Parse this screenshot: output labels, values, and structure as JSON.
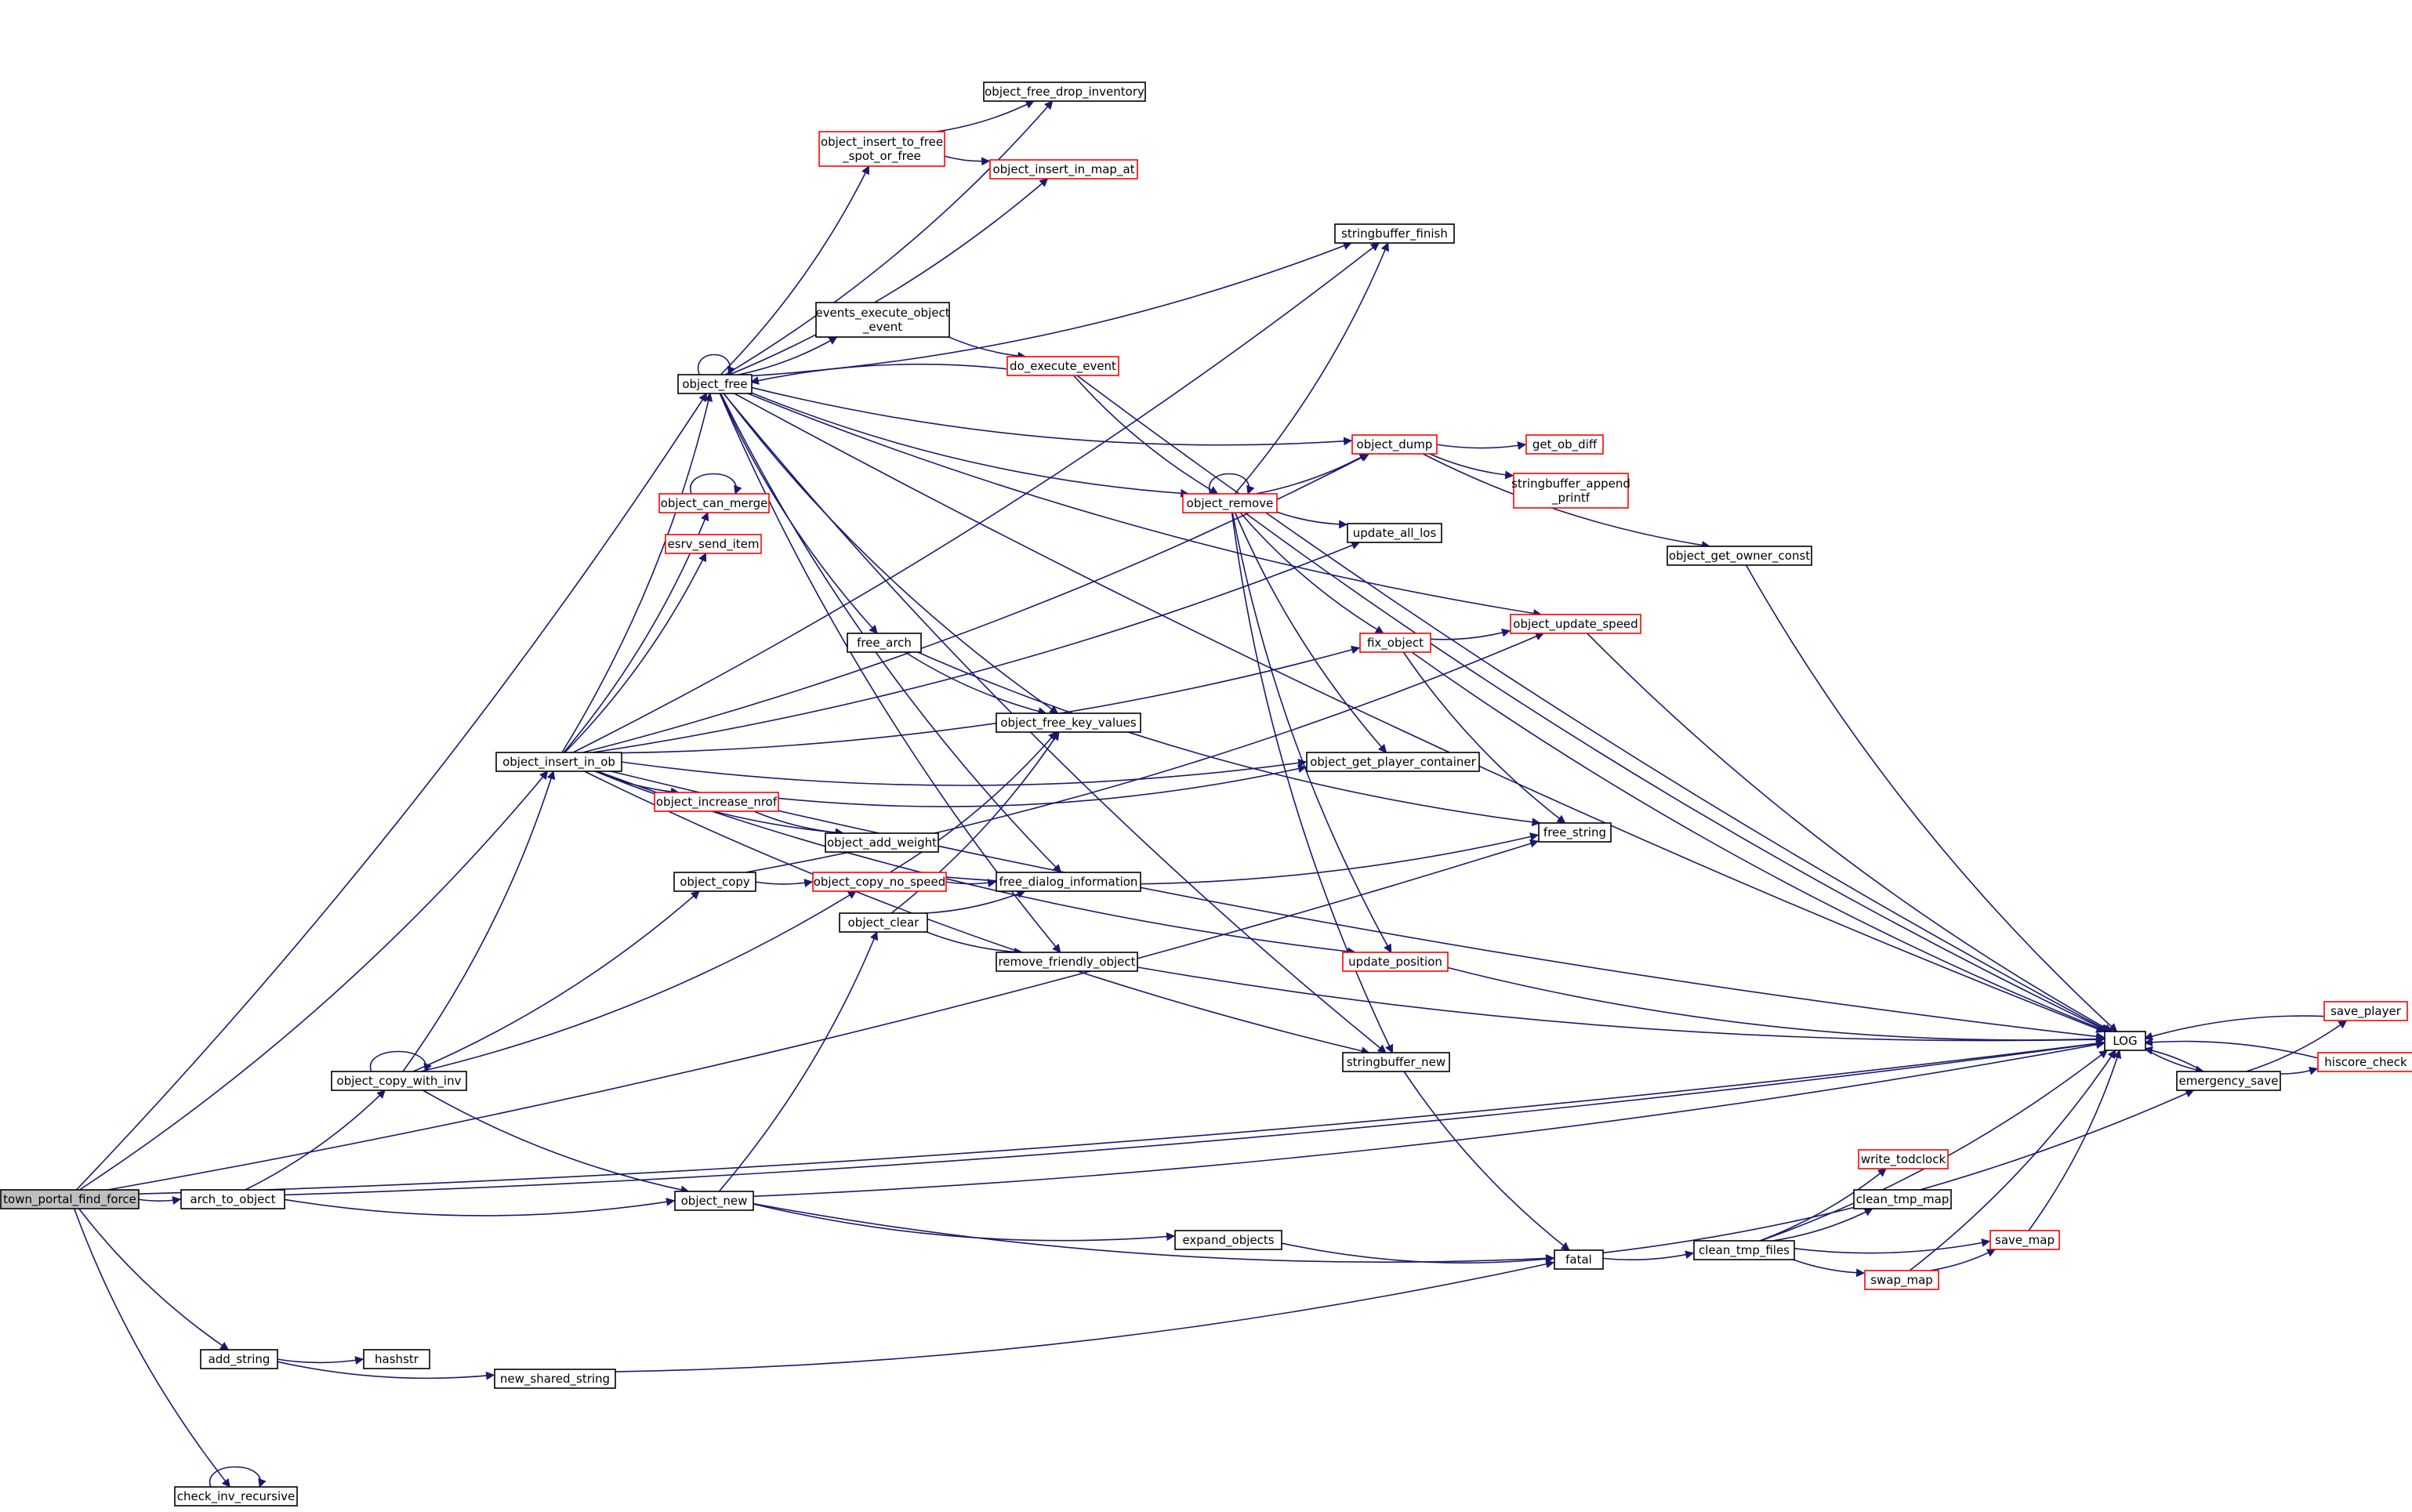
{
  "graph": {
    "kind": "call graph",
    "colors": {
      "edge": "#191970",
      "node_border_normal": "#000000",
      "node_border_truncated": "#ff0000",
      "root_fill": "#bfbfbf",
      "node_fill": "#ffffff"
    },
    "nodes": {
      "town_portal_find_force": {
        "label": "town_portal_find_force",
        "style": "root"
      },
      "arch_to_object": {
        "label": "arch_to_object",
        "style": "normal"
      },
      "add_string": {
        "label": "add_string",
        "style": "normal"
      },
      "check_inv_recursive": {
        "label": "check_inv_recursive",
        "style": "normal"
      },
      "object_copy_with_inv": {
        "label": "object_copy_with_inv",
        "style": "normal"
      },
      "object_insert_in_ob": {
        "label": "object_insert_in_ob",
        "style": "normal"
      },
      "object_free": {
        "label": "object_free",
        "style": "normal"
      },
      "object_can_merge": {
        "label": "object_can_merge",
        "style": "truncated"
      },
      "esrv_send_item": {
        "label": "esrv_send_item",
        "style": "truncated"
      },
      "object_increase_nrof": {
        "label": "object_increase_nrof",
        "style": "truncated"
      },
      "object_add_weight": {
        "label": "object_add_weight",
        "style": "normal"
      },
      "object_copy": {
        "label": "object_copy",
        "style": "normal"
      },
      "object_copy_no_speed": {
        "label": "object_copy_no_speed",
        "style": "truncated"
      },
      "object_clear": {
        "label": "object_clear",
        "style": "normal"
      },
      "object_new": {
        "label": "object_new",
        "style": "normal"
      },
      "hashstr": {
        "label": "hashstr",
        "style": "normal"
      },
      "new_shared_string": {
        "label": "new_shared_string",
        "style": "normal"
      },
      "object_free_drop_inventory": {
        "label": "object_free_drop_inventory",
        "style": "normal"
      },
      "object_insert_to_free_spot_or_free": {
        "label": "object_insert_to_free\n_spot_or_free",
        "style": "truncated"
      },
      "object_insert_in_map_at": {
        "label": "object_insert_in_map_at",
        "style": "truncated"
      },
      "events_execute_object_event": {
        "label": "events_execute_object\n_event",
        "style": "normal"
      },
      "do_execute_event": {
        "label": "do_execute_event",
        "style": "truncated"
      },
      "free_arch": {
        "label": "free_arch",
        "style": "normal"
      },
      "object_free_key_values": {
        "label": "object_free_key_values",
        "style": "normal"
      },
      "free_dialog_information": {
        "label": "free_dialog_information",
        "style": "normal"
      },
      "remove_friendly_object": {
        "label": "remove_friendly_object",
        "style": "normal"
      },
      "expand_objects": {
        "label": "expand_objects",
        "style": "normal"
      },
      "stringbuffer_finish": {
        "label": "stringbuffer_finish",
        "style": "normal"
      },
      "object_remove": {
        "label": "object_remove",
        "style": "truncated"
      },
      "object_dump": {
        "label": "object_dump",
        "style": "truncated"
      },
      "update_all_los": {
        "label": "update_all_los",
        "style": "normal"
      },
      "fix_object": {
        "label": "fix_object",
        "style": "truncated"
      },
      "object_get_player_container": {
        "label": "object_get_player_container",
        "style": "normal"
      },
      "update_position": {
        "label": "update_position",
        "style": "truncated"
      },
      "stringbuffer_new": {
        "label": "stringbuffer_new",
        "style": "normal"
      },
      "fatal": {
        "label": "fatal",
        "style": "normal"
      },
      "get_ob_diff": {
        "label": "get_ob_diff",
        "style": "truncated"
      },
      "stringbuffer_append_printf": {
        "label": "stringbuffer_append\n_printf",
        "style": "truncated"
      },
      "object_get_owner_const": {
        "label": "object_get_owner_const",
        "style": "normal"
      },
      "object_update_speed": {
        "label": "object_update_speed",
        "style": "truncated"
      },
      "free_string": {
        "label": "free_string",
        "style": "normal"
      },
      "clean_tmp_files": {
        "label": "clean_tmp_files",
        "style": "normal"
      },
      "write_todclock": {
        "label": "write_todclock",
        "style": "truncated"
      },
      "clean_tmp_map": {
        "label": "clean_tmp_map",
        "style": "normal"
      },
      "save_map": {
        "label": "save_map",
        "style": "truncated"
      },
      "swap_map": {
        "label": "swap_map",
        "style": "truncated"
      },
      "LOG": {
        "label": "LOG",
        "style": "normal"
      },
      "emergency_save": {
        "label": "emergency_save",
        "style": "normal"
      },
      "save_player": {
        "label": "save_player",
        "style": "truncated"
      },
      "hiscore_check": {
        "label": "hiscore_check",
        "style": "truncated"
      }
    },
    "edges": [
      [
        "town_portal_find_force",
        "arch_to_object"
      ],
      [
        "town_portal_find_force",
        "add_string"
      ],
      [
        "town_portal_find_force",
        "check_inv_recursive"
      ],
      [
        "town_portal_find_force",
        "object_insert_in_ob"
      ],
      [
        "town_portal_find_force",
        "object_free"
      ],
      [
        "town_portal_find_force",
        "free_string"
      ],
      [
        "town_portal_find_force",
        "LOG"
      ],
      [
        "check_inv_recursive",
        "check_inv_recursive"
      ],
      [
        "arch_to_object",
        "object_copy_with_inv"
      ],
      [
        "arch_to_object",
        "object_new"
      ],
      [
        "arch_to_object",
        "LOG"
      ],
      [
        "add_string",
        "hashstr"
      ],
      [
        "add_string",
        "new_shared_string"
      ],
      [
        "new_shared_string",
        "fatal"
      ],
      [
        "object_copy_with_inv",
        "object_copy_with_inv"
      ],
      [
        "object_copy_with_inv",
        "object_insert_in_ob"
      ],
      [
        "object_copy_with_inv",
        "object_copy"
      ],
      [
        "object_copy_with_inv",
        "object_copy_no_speed"
      ],
      [
        "object_copy_with_inv",
        "object_new"
      ],
      [
        "object_insert_in_ob",
        "object_free"
      ],
      [
        "object_insert_in_ob",
        "object_can_merge"
      ],
      [
        "object_insert_in_ob",
        "esrv_send_item"
      ],
      [
        "object_insert_in_ob",
        "object_increase_nrof"
      ],
      [
        "object_insert_in_ob",
        "object_add_weight"
      ],
      [
        "object_insert_in_ob",
        "object_dump"
      ],
      [
        "object_insert_in_ob",
        "update_all_los"
      ],
      [
        "object_insert_in_ob",
        "fix_object"
      ],
      [
        "object_insert_in_ob",
        "object_get_player_container"
      ],
      [
        "object_insert_in_ob",
        "update_position"
      ],
      [
        "object_insert_in_ob",
        "stringbuffer_new"
      ],
      [
        "object_insert_in_ob",
        "stringbuffer_finish"
      ],
      [
        "object_insert_in_ob",
        "LOG"
      ],
      [
        "object_can_merge",
        "object_can_merge"
      ],
      [
        "object_increase_nrof",
        "object_add_weight"
      ],
      [
        "object_increase_nrof",
        "object_get_player_container"
      ],
      [
        "object_copy",
        "object_copy_no_speed"
      ],
      [
        "object_copy",
        "object_update_speed"
      ],
      [
        "object_copy_no_speed",
        "object_free_key_values"
      ],
      [
        "object_copy_no_speed",
        "free_dialog_information"
      ],
      [
        "object_copy_no_speed",
        "free_string"
      ],
      [
        "object_new",
        "object_clear"
      ],
      [
        "object_new",
        "expand_objects"
      ],
      [
        "object_new",
        "fatal"
      ],
      [
        "object_new",
        "LOG"
      ],
      [
        "object_clear",
        "object_free_key_values"
      ],
      [
        "object_clear",
        "free_dialog_information"
      ],
      [
        "object_clear",
        "remove_friendly_object"
      ],
      [
        "object_free",
        "object_free"
      ],
      [
        "object_free",
        "object_free_drop_inventory"
      ],
      [
        "object_free",
        "object_insert_to_free_spot_or_free"
      ],
      [
        "object_free",
        "object_insert_in_map_at"
      ],
      [
        "object_free",
        "stringbuffer_finish"
      ],
      [
        "object_free",
        "events_execute_object_event"
      ],
      [
        "object_free",
        "object_dump"
      ],
      [
        "object_free",
        "object_remove"
      ],
      [
        "object_free",
        "free_arch"
      ],
      [
        "object_free",
        "object_free_key_values"
      ],
      [
        "object_free",
        "free_dialog_information"
      ],
      [
        "object_free",
        "remove_friendly_object"
      ],
      [
        "object_free",
        "object_update_speed"
      ],
      [
        "object_free",
        "stringbuffer_new"
      ],
      [
        "object_free",
        "LOG"
      ],
      [
        "object_insert_to_free_spot_or_free",
        "object_free_drop_inventory"
      ],
      [
        "object_insert_to_free_spot_or_free",
        "object_insert_in_map_at"
      ],
      [
        "events_execute_object_event",
        "do_execute_event"
      ],
      [
        "do_execute_event",
        "object_free"
      ],
      [
        "do_execute_event",
        "object_remove"
      ],
      [
        "do_execute_event",
        "LOG"
      ],
      [
        "free_arch",
        "object_free_key_values"
      ],
      [
        "free_arch",
        "free_string"
      ],
      [
        "remove_friendly_object",
        "LOG"
      ],
      [
        "expand_objects",
        "fatal"
      ],
      [
        "object_remove",
        "object_remove"
      ],
      [
        "object_remove",
        "stringbuffer_finish"
      ],
      [
        "object_remove",
        "object_dump"
      ],
      [
        "object_remove",
        "update_all_los"
      ],
      [
        "object_remove",
        "fix_object"
      ],
      [
        "object_remove",
        "object_get_player_container"
      ],
      [
        "object_remove",
        "update_position"
      ],
      [
        "object_remove",
        "stringbuffer_new"
      ],
      [
        "object_remove",
        "LOG"
      ],
      [
        "object_dump",
        "get_ob_diff"
      ],
      [
        "object_dump",
        "stringbuffer_append_printf"
      ],
      [
        "object_dump",
        "object_get_owner_const"
      ],
      [
        "object_get_owner_const",
        "LOG"
      ],
      [
        "fix_object",
        "object_update_speed"
      ],
      [
        "fix_object",
        "free_string"
      ],
      [
        "fix_object",
        "LOG"
      ],
      [
        "object_update_speed",
        "LOG"
      ],
      [
        "update_position",
        "LOG"
      ],
      [
        "stringbuffer_new",
        "fatal"
      ],
      [
        "fatal",
        "clean_tmp_files"
      ],
      [
        "fatal",
        "emergency_save"
      ],
      [
        "clean_tmp_files",
        "write_todclock"
      ],
      [
        "clean_tmp_files",
        "clean_tmp_map"
      ],
      [
        "clean_tmp_files",
        "save_map"
      ],
      [
        "clean_tmp_files",
        "swap_map"
      ],
      [
        "clean_tmp_files",
        "LOG"
      ],
      [
        "swap_map",
        "save_map"
      ],
      [
        "swap_map",
        "LOG"
      ],
      [
        "save_map",
        "LOG"
      ],
      [
        "LOG",
        "emergency_save"
      ],
      [
        "emergency_save",
        "LOG"
      ],
      [
        "emergency_save",
        "save_player"
      ],
      [
        "emergency_save",
        "hiscore_check"
      ],
      [
        "save_player",
        "LOG"
      ],
      [
        "hiscore_check",
        "LOG"
      ]
    ]
  }
}
